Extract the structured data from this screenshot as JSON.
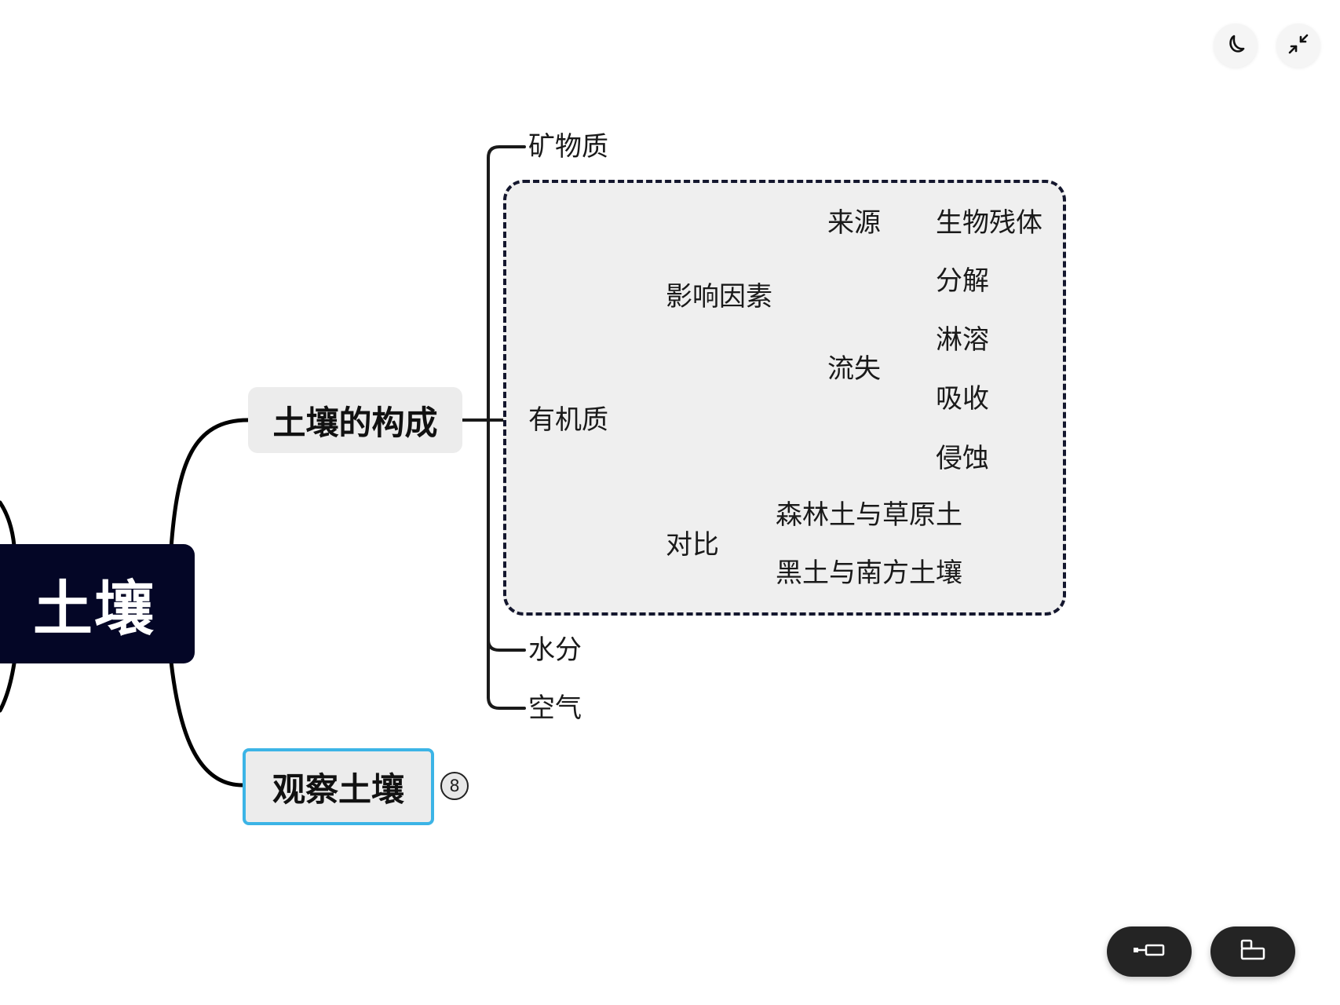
{
  "mindmap": {
    "root": "土壤",
    "branches": [
      {
        "label": "土壤的构成",
        "children": [
          "矿物质",
          {
            "label": "有机质",
            "children": [
              {
                "label": "影响因素",
                "children": [
                  {
                    "label": "来源",
                    "children": [
                      "生物残体"
                    ]
                  },
                  {
                    "label": "流失",
                    "children": [
                      "分解",
                      "淋溶",
                      "吸收",
                      "侵蚀"
                    ]
                  }
                ]
              },
              {
                "label": "对比",
                "children": [
                  "森林土与草原土",
                  "黑土与南方土壤"
                ]
              }
            ]
          },
          "水分",
          "空气"
        ]
      },
      {
        "label": "观察土壤",
        "collapsed_count": "8",
        "selected": true
      }
    ]
  },
  "labels": {
    "root": "土壤",
    "composition": "土壤的构成",
    "observe": "观察土壤",
    "observe_count": "8",
    "minerals": "矿物质",
    "organic": "有机质",
    "water": "水分",
    "air": "空气",
    "factors": "影响因素",
    "source": "来源",
    "remains": "生物残体",
    "loss": "流失",
    "decompose": "分解",
    "leaching": "淋溶",
    "absorb": "吸收",
    "erosion": "侵蚀",
    "compare": "对比",
    "forest_grass": "森林土与草原土",
    "black_south": "黑土与南方土壤"
  },
  "controls": {
    "top_right": [
      "moon-icon",
      "collapse-icon"
    ],
    "bottom_right": [
      "outline-view-icon",
      "layout-icon"
    ]
  },
  "colors": {
    "root_bg": "#040626",
    "node_bg": "#ececec",
    "selected_border": "#3cb4e6",
    "group_bg": "#efefef",
    "group_border": "#14172e",
    "line": "#000000"
  }
}
